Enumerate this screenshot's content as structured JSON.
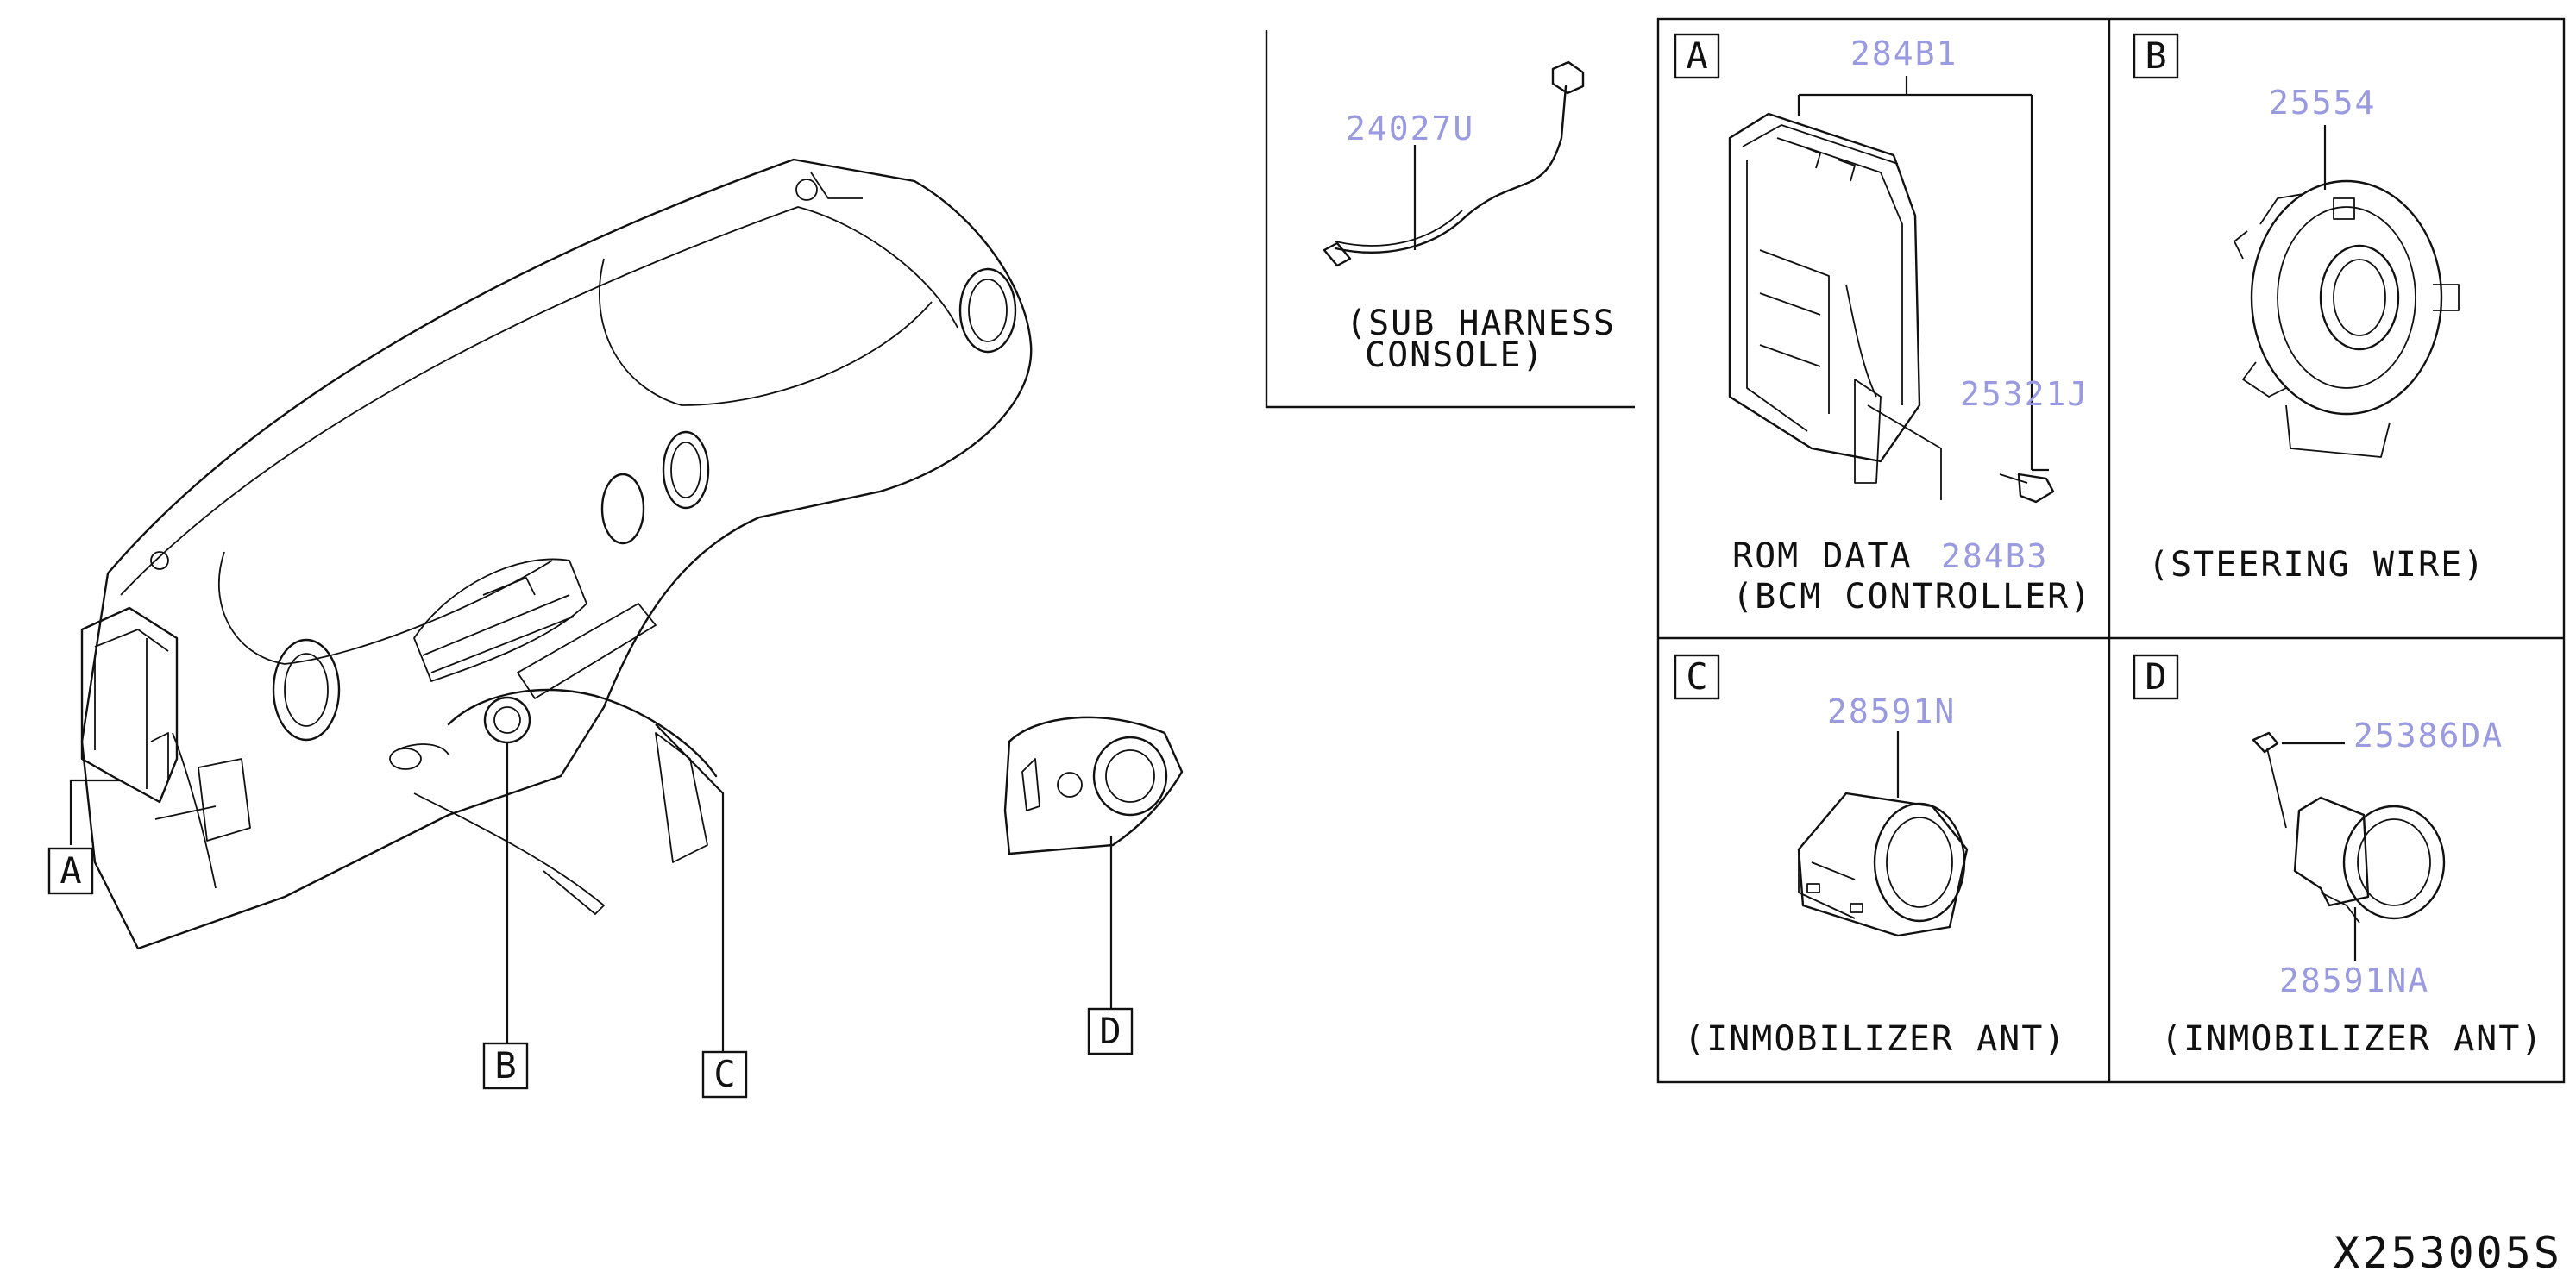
{
  "callouts": {
    "A": "A",
    "B": "B",
    "C": "C",
    "D": "D"
  },
  "sub_harness": {
    "part_number": "24027U",
    "name_line1": "(SUB HARNESS",
    "name_line2": "CONSOLE)"
  },
  "panel_a": {
    "letter": "A",
    "part_main": "284B1",
    "part_screw": "25321J",
    "rom_label": "ROM DATA",
    "rom_part": "284B3",
    "name": "(BCM CONTROLLER)"
  },
  "panel_b": {
    "letter": "B",
    "part_number": "25554",
    "name": "(STEERING WIRE)"
  },
  "panel_c": {
    "letter": "C",
    "part_number": "28591N",
    "name": "(INMOBILIZER ANT)"
  },
  "panel_d": {
    "letter": "D",
    "part_screw": "25386DA",
    "part_number": "28591NA",
    "name": "(INMOBILIZER ANT)"
  },
  "diagram_code": "X253005S",
  "colors": {
    "line": "#111111",
    "part_number": "#9a9ae0"
  }
}
